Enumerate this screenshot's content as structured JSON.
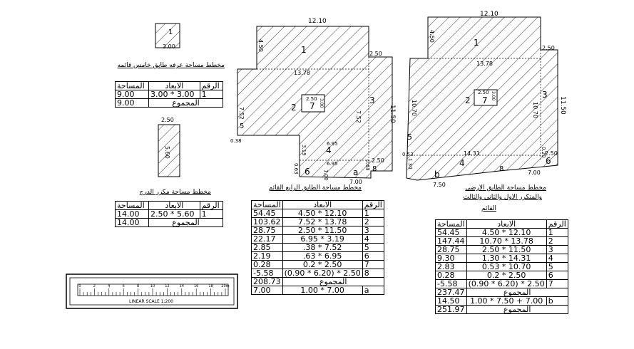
{
  "room": {
    "size_label": "3.00",
    "number": "1",
    "title": "مخطط مساحة عرفه طابق خامس قائمه",
    "table": {
      "headers": [
        "المساحة",
        "الابعاد",
        "الرقم"
      ],
      "rows": [
        [
          "9.00",
          "3.00 * 3.00",
          "1"
        ]
      ],
      "total_label": "المجموع",
      "total_value": "9.00"
    }
  },
  "stair": {
    "width_label": "2.50",
    "length_label": "5.60",
    "title": "مخطط مساحة مكرر الدرج",
    "table": {
      "headers": [
        "المساحة",
        "الابعاد",
        "الرقم"
      ],
      "rows": [
        [
          "14.00",
          "2.50 * 5.60",
          "1"
        ]
      ],
      "total_label": "المجموع",
      "total_value": "14.00"
    }
  },
  "fourth_floor": {
    "title": "مخطط مساحة الطابق الرابع القائم",
    "labels": {
      "top": "12.10",
      "left_top": "4.50",
      "right_step": "2.50",
      "inner_width": "13.78",
      "right": "11.50",
      "inner_right": "7.52",
      "left_mid": "7.52",
      "small_w": "2.50",
      "small_h": "3.00",
      "notch_w": "6.95",
      "notch_h": "3.19",
      "notch_bottom": "6.95",
      "bottom": "7.00",
      "bottom_step": "2.50",
      "left_small": "0.38",
      "left_low": "0.63",
      "bottom_small": "1.00",
      "right_small": "0.63"
    },
    "zones": [
      "1",
      "2",
      "3",
      "4",
      "5",
      "6",
      "7",
      "8",
      "a"
    ],
    "table": {
      "headers": [
        "المساحة",
        "الابعاد",
        "الرقم"
      ],
      "rows": [
        [
          "54.45",
          "4.50 * 12.10",
          "1"
        ],
        [
          "103.62",
          "7.52 * 13.78",
          "2"
        ],
        [
          "28.75",
          "2.50 * 11.50",
          "3"
        ],
        [
          "22.17",
          "6.95 * 3.19",
          "4"
        ],
        [
          "2.85",
          ".38 * 7.52",
          "5"
        ],
        [
          "2.19",
          ".63 * 6.95",
          "6"
        ],
        [
          "0.28",
          "0.2 * 2.50",
          "7"
        ],
        [
          "-5.58",
          "(0.90 * 6.20) * 2.50",
          "8"
        ]
      ],
      "total_label": "المجموع",
      "total_value": "208.73",
      "extra_row": [
        "7.00",
        "1.00 * 7.00",
        "a"
      ]
    }
  },
  "ground_floor": {
    "title_line1": "مخطط مساحة الطابق الارضي",
    "title_line2": "والمتكرر الاول والثاني والثالث",
    "title_line3": "القائم",
    "labels": {
      "top": "12.10",
      "left_top": "4.50",
      "right_step": "2.50",
      "inner_width": "13.78",
      "right": "11.50",
      "inner_right": "10.70",
      "left_mid": "10.70",
      "small_w": "2.50",
      "small_h": "3.00",
      "inner_bottom": "14.31",
      "bottom": "7.00",
      "bottom_left": "7.50",
      "bottom_step": "2.50",
      "left_small": "0.53",
      "left_low": "1.30",
      "right_small": "0.20"
    },
    "zones": [
      "1",
      "2",
      "3",
      "4",
      "5",
      "6",
      "7",
      "8",
      "b"
    ],
    "table": {
      "headers": [
        "المساحة",
        "الابعاد",
        "الرقم"
      ],
      "rows": [
        [
          "54.45",
          "4.50 * 12.10",
          "1"
        ],
        [
          "147.44",
          "10.70 * 13.78",
          "2"
        ],
        [
          "28.75",
          "2.50 * 11.50",
          "3"
        ],
        [
          "9.30",
          "1.30 * 14.31",
          "4"
        ],
        [
          "2.83",
          "0.53 * 10.70",
          "5"
        ],
        [
          "0.28",
          "0.2 * 2.50",
          "6"
        ],
        [
          "-5.58",
          "(0.90 * 6.20) * 2.50",
          "7"
        ]
      ],
      "total_label": "المجموع",
      "total_value": "237.47",
      "extra_row": [
        "14.50",
        "1.00 * 7.50 + 7.00",
        "b"
      ],
      "grand_total_label": "المجموع",
      "grand_total_value": "251.97"
    }
  },
  "scale_bar": {
    "ticks": [
      "0",
      "2",
      "4",
      "6",
      "8",
      "10",
      "12",
      "14",
      "16",
      "18",
      "20m"
    ],
    "caption": "LINEAR SCALE 1:200"
  }
}
